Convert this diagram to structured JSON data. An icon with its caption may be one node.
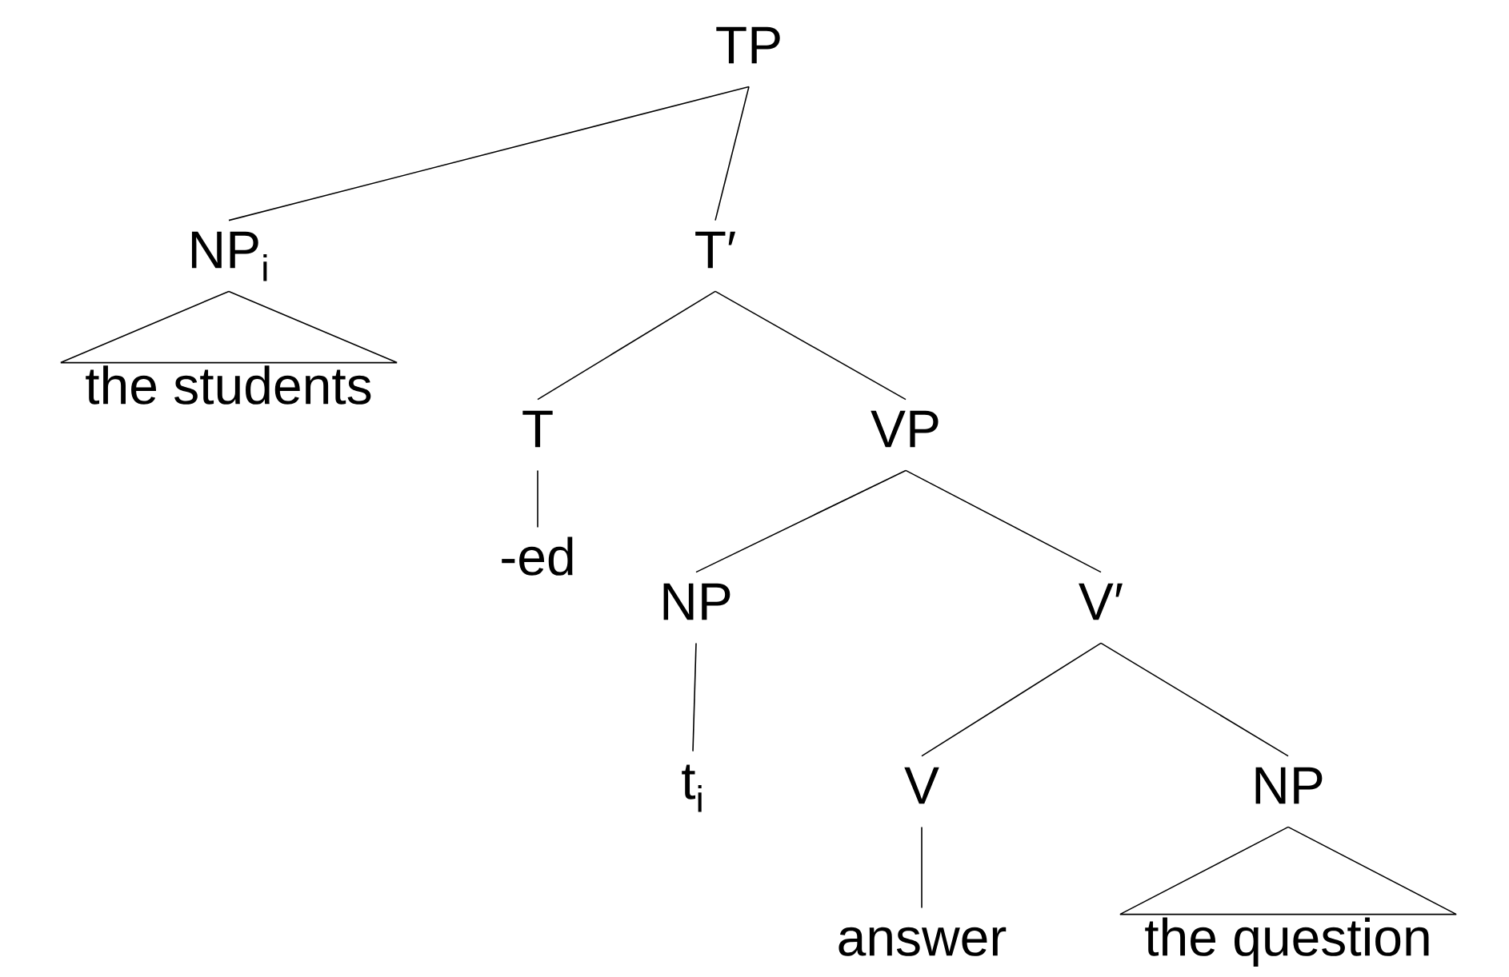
{
  "diagram": {
    "nodes": [
      {
        "text": [
          "TP"
        ]
      },
      {
        "text": [
          "NP$_{i}$"
        ]
      },
      {
        "text": [
          "the students"
        ]
      },
      {
        "text": [
          "T′"
        ]
      },
      {
        "text": [
          "T"
        ]
      },
      {
        "text": [
          "VP"
        ]
      },
      {
        "text": [
          "-ed"
        ]
      },
      {
        "text": [
          "NP"
        ]
      },
      {
        "text": [
          "V′"
        ]
      },
      {
        "text": [
          "t$_{i}$"
        ]
      },
      {
        "text": [
          "V"
        ]
      },
      {
        "text": [
          "NP"
        ]
      },
      {
        "text": [
          "answer"
        ]
      },
      {
        "text": [
          "the question"
        ]
      }
    ],
    "edges": [
      {
        "from": 0,
        "to": 1,
        "arrow": "none"
      },
      {
        "from": 0,
        "to": 3,
        "arrow": "none"
      },
      {
        "from": 1,
        "to": 2,
        "arrow": "none"
      },
      {
        "from": 3,
        "to": 4,
        "arrow": "none"
      },
      {
        "from": 3,
        "to": 5,
        "arrow": "none"
      },
      {
        "from": 4,
        "to": 6,
        "arrow": "none"
      },
      {
        "from": 5,
        "to": 7,
        "arrow": "none"
      },
      {
        "from": 5,
        "to": 8,
        "arrow": "none"
      },
      {
        "from": 7,
        "to": 9,
        "arrow": "none"
      },
      {
        "from": 8,
        "to": 10,
        "arrow": "none"
      },
      {
        "from": 8,
        "to": 11,
        "arrow": "none"
      },
      {
        "from": 10,
        "to": 12,
        "arrow": "none"
      },
      {
        "from": 11,
        "to": 13,
        "arrow": "none"
      }
    ]
  }
}
